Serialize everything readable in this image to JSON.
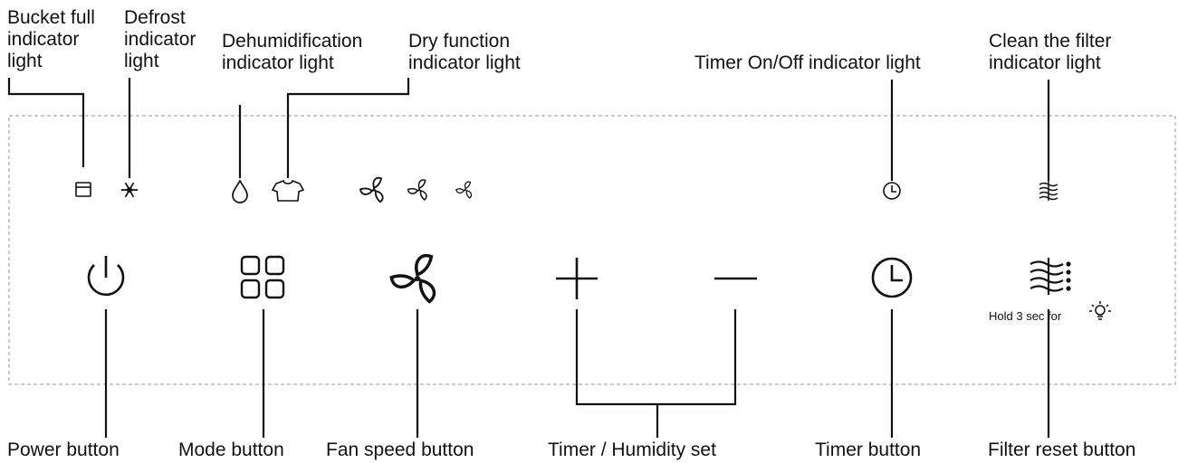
{
  "indicator_labels": {
    "bucket_full": [
      "Bucket full",
      "indicator",
      "light"
    ],
    "defrost": [
      "Defrost",
      "indicator",
      "light"
    ],
    "dehumidification": [
      "Dehumidification",
      "indicator light"
    ],
    "dry_function": [
      "Dry function",
      "indicator light"
    ],
    "timer_onoff": [
      "Timer On/Off indicator light"
    ],
    "clean_filter": [
      "Clean the filter",
      "indicator light"
    ]
  },
  "button_labels": {
    "power": "Power button",
    "mode": "Mode button",
    "fan_speed": "Fan speed button",
    "timer_humidity": "Timer / Humidity set",
    "timer": "Timer button",
    "filter_reset": "Filter reset button"
  },
  "filter_hold_note": "Hold 3 sec for",
  "icons": {
    "indicators": [
      "bucket-icon",
      "snowflake-icon",
      "water-drop-icon",
      "shirt-icon",
      "fan-high-icon",
      "fan-medium-icon",
      "fan-low-icon",
      "clock-icon",
      "filter-icon"
    ],
    "buttons": [
      "power-icon",
      "mode-grid-icon",
      "fan-icon",
      "plus-icon",
      "minus-icon",
      "clock-icon",
      "filter-icon",
      "bulb-icon"
    ]
  },
  "colors": {
    "ink": "#111111",
    "panel_border": "#aaaaaa"
  }
}
